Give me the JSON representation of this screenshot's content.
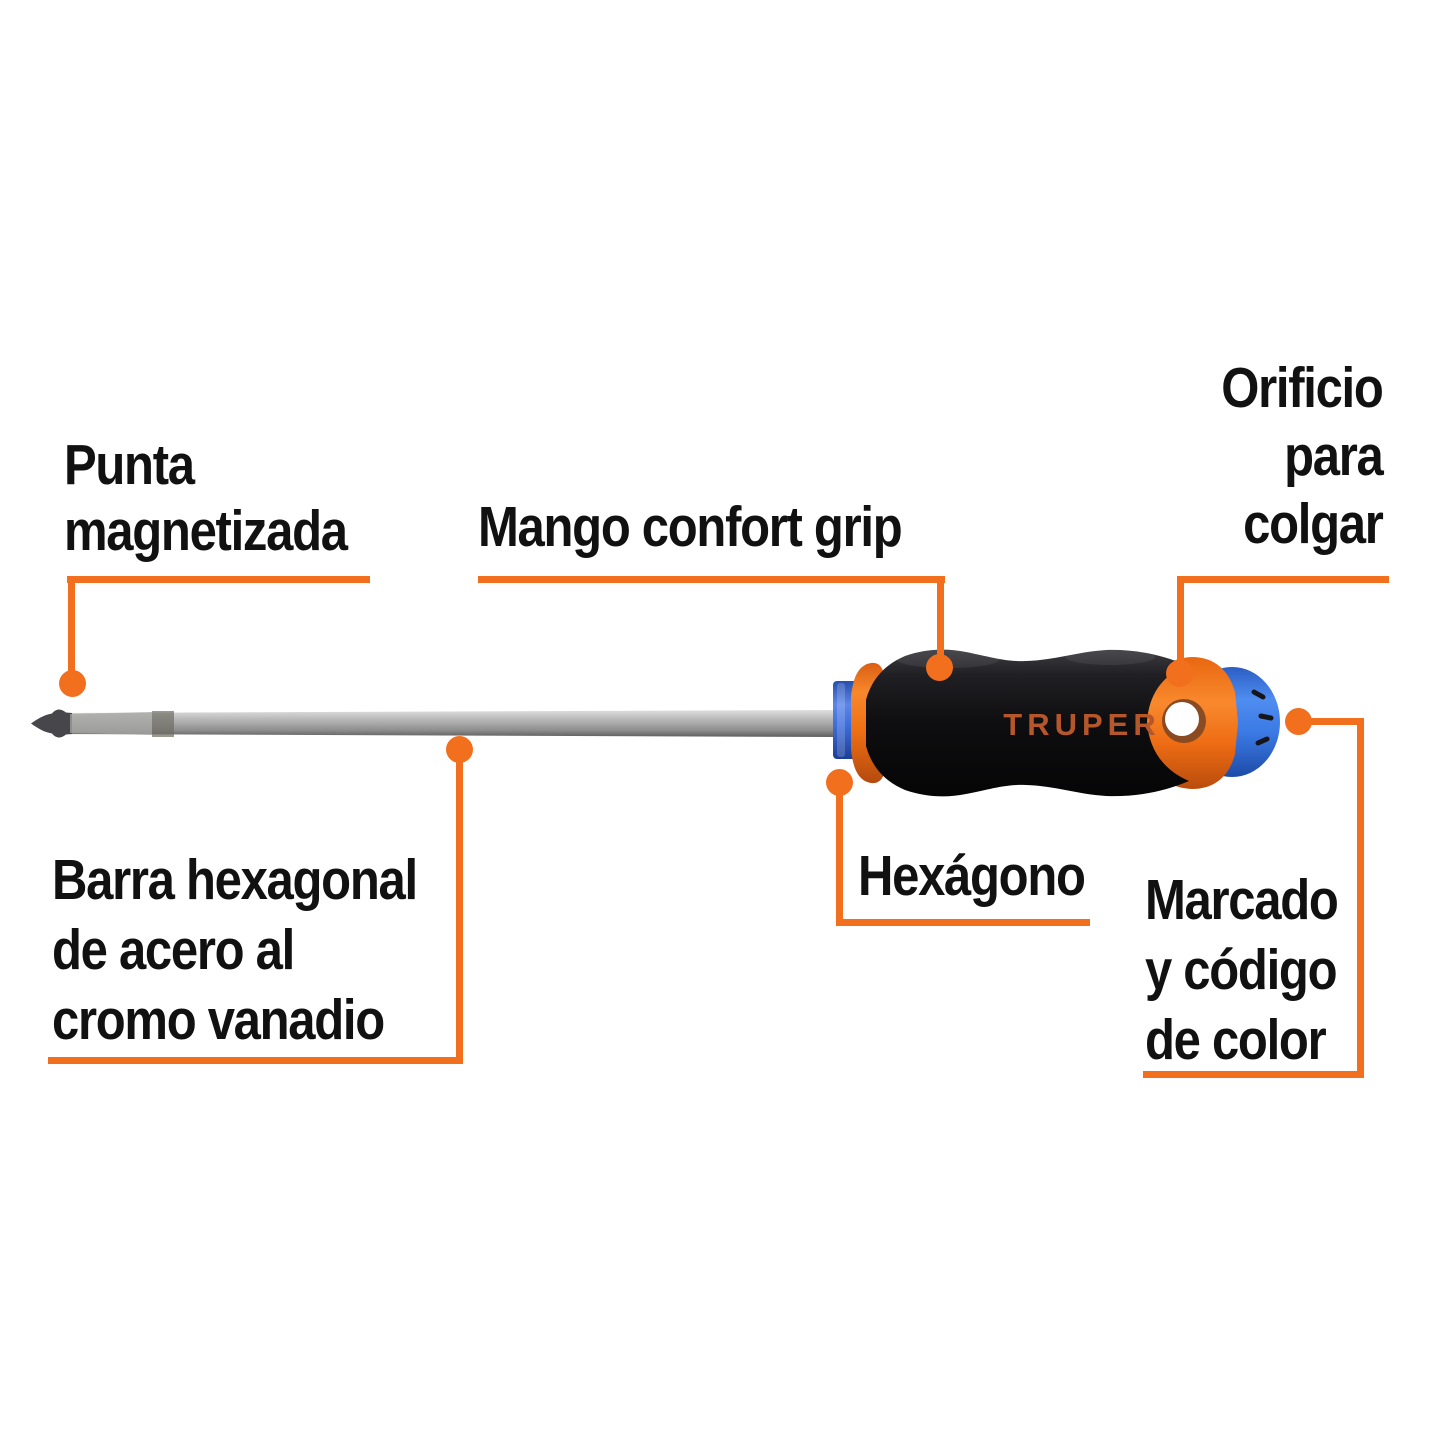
{
  "colors": {
    "accent": "#F26F1E",
    "ink": "#111111",
    "background": "#FFFFFF",
    "handle_black": "#121215",
    "grip_blue": "#3A6FDC",
    "collar_orange": "#EE6C1E",
    "shaft_gray": "#9A9A9A",
    "brand_logo": "#B5562B"
  },
  "product": {
    "brand": "TRUPER"
  },
  "labels": {
    "punta": {
      "lines": [
        "Punta",
        "magnetizada"
      ]
    },
    "mango": {
      "lines": [
        "Mango confort grip"
      ]
    },
    "orificio": {
      "lines": [
        "Orificio",
        "para",
        "colgar"
      ]
    },
    "barra": {
      "lines": [
        "Barra hexagonal",
        "de acero al",
        "cromo vanadio"
      ]
    },
    "hexagono": {
      "lines": [
        "Hexágono"
      ]
    },
    "marcado": {
      "lines": [
        "Marcado",
        "y código",
        "de color"
      ]
    }
  }
}
